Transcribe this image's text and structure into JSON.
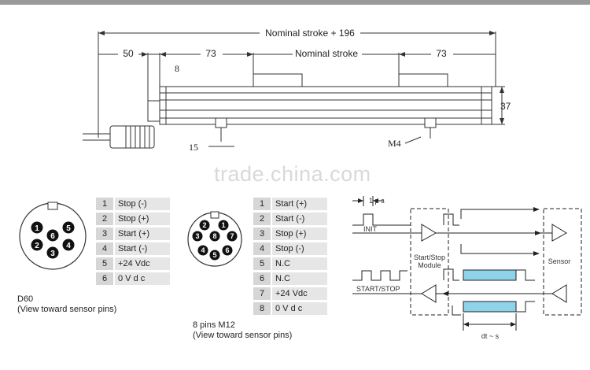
{
  "dimensions": {
    "overall": "Nominal stroke + 196",
    "left": "50",
    "left_small": "8",
    "mid_left": "73",
    "stroke": "Nominal stroke",
    "mid_right": "73",
    "height": "37",
    "foot": "15",
    "thread": "M4"
  },
  "watermark": "trade.china.com",
  "connector_d60": {
    "rows": [
      {
        "pin": "1",
        "signal": "Stop (-)"
      },
      {
        "pin": "2",
        "signal": "Stop (+)"
      },
      {
        "pin": "3",
        "signal": "Start (+)"
      },
      {
        "pin": "4",
        "signal": "Start (-)"
      },
      {
        "pin": "5",
        "signal": "+24 Vdc"
      },
      {
        "pin": "6",
        "signal": "0 V d c"
      }
    ],
    "caption_title": "D60",
    "caption_sub": "(View toward sensor pins)"
  },
  "connector_m12": {
    "rows": [
      {
        "pin": "1",
        "signal": "Start (+)"
      },
      {
        "pin": "2",
        "signal": "Start (-)"
      },
      {
        "pin": "3",
        "signal": "Stop (+)"
      },
      {
        "pin": "4",
        "signal": "Stop (-)"
      },
      {
        "pin": "5",
        "signal": "N.C"
      },
      {
        "pin": "6",
        "signal": "N.C"
      },
      {
        "pin": "7",
        "signal": "+24 Vdc"
      },
      {
        "pin": "8",
        "signal": "0 V d c"
      }
    ],
    "caption_title": "8 pins M12",
    "caption_sub": "(View toward sensor pins)"
  },
  "timing": {
    "pulse_width": "1 μ s",
    "init": "INIT",
    "start_stop": "START/STOP",
    "module_line1": "Start/Stop",
    "module_line2": "Module",
    "sensor": "Sensor",
    "dt": "dt ~ s"
  },
  "colors": {
    "accent_fill": "#8fd3ea",
    "table_cell": "#e6e6e6",
    "topbar": "#9a9a9a"
  }
}
